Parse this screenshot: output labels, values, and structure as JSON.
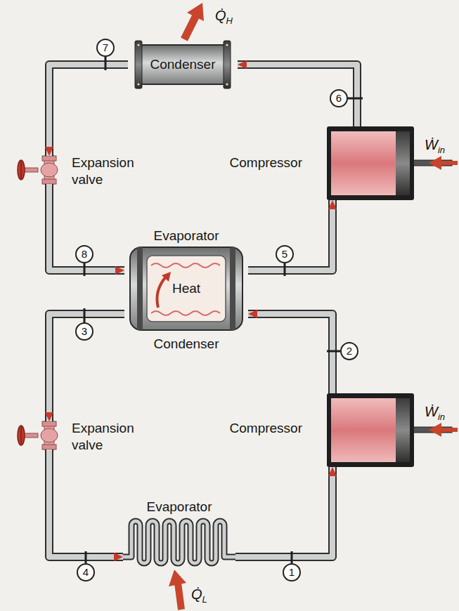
{
  "diagram": {
    "nodes": [
      {
        "text": [
          "Condenser"
        ]
      },
      {
        "text": [
          "Expansion valve"
        ]
      },
      {
        "text": [
          "Compressor"
        ]
      },
      {
        "text": [
          "Evaporator",
          "Heat",
          "Condenser"
        ]
      },
      {
        "text": [
          "Expansion valve"
        ]
      },
      {
        "text": [
          "Compressor"
        ]
      },
      {
        "text": [
          "Evaporator"
        ]
      }
    ],
    "edges": [
      {
        "from": 3,
        "to": 2,
        "arrow": "to",
        "label": "5"
      },
      {
        "from": 2,
        "to": 0,
        "arrow": "to",
        "label": "6"
      },
      {
        "from": 0,
        "to": 1,
        "arrow": "to",
        "label": "7"
      },
      {
        "from": 1,
        "to": 3,
        "arrow": "to",
        "label": "8"
      },
      {
        "from": 6,
        "to": 5,
        "arrow": "to",
        "label": "1"
      },
      {
        "from": 5,
        "to": 3,
        "arrow": "to",
        "label": "2"
      },
      {
        "from": 3,
        "to": 4,
        "arrow": "to",
        "label": "3"
      },
      {
        "from": 4,
        "to": 6,
        "arrow": "to",
        "label": "4"
      }
    ],
    "labels": [
      "Q̇H",
      "Ẇin",
      "Ẇin",
      "Q̇L"
    ]
  }
}
